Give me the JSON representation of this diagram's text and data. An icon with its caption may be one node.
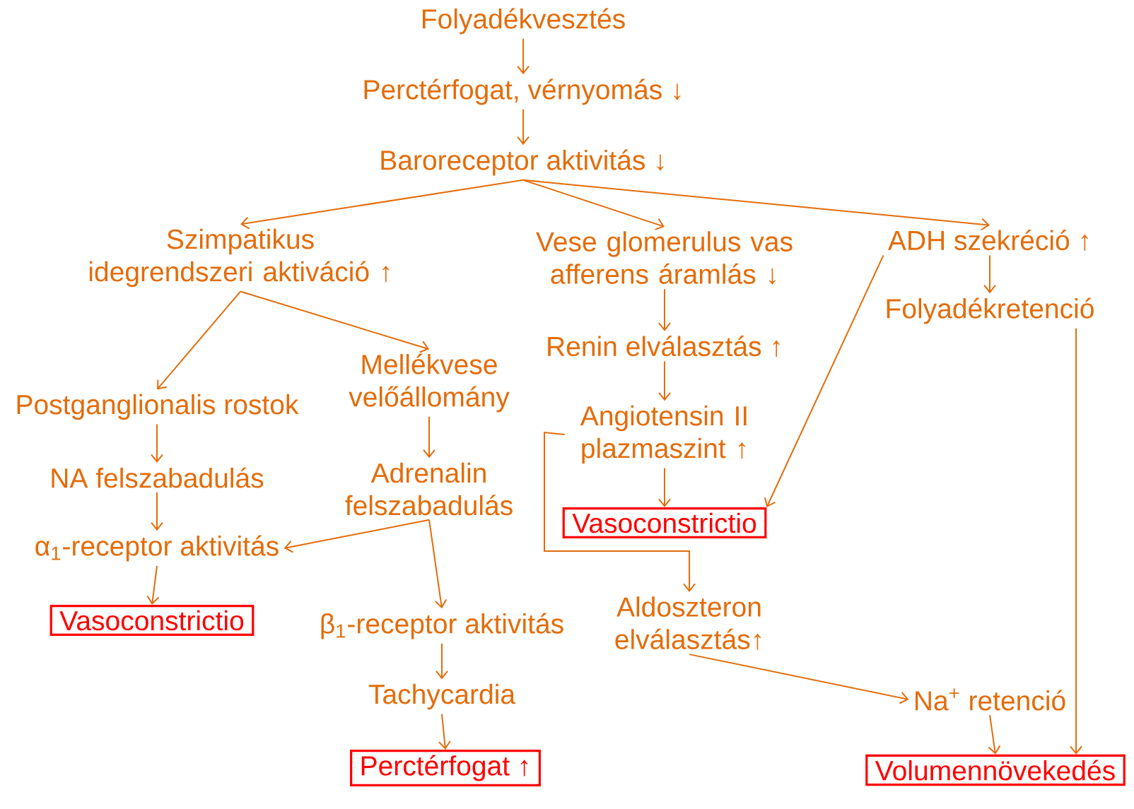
{
  "diagram": {
    "nodes": [
      {
        "text": [
          "Folyadékvesztés"
        ]
      },
      {
        "text": [
          "Perctérfogat, vérnyomás ↓"
        ]
      },
      {
        "text": [
          "Baroreceptor aktivitás ↓"
        ]
      },
      {
        "text": [
          "Szimpatikus idegrendszeri aktiváció ↑"
        ]
      },
      {
        "text": [
          "Vese glomerulus vas afferens áramlás ↓"
        ]
      },
      {
        "text": [
          "ADH szekréció ↑"
        ]
      },
      {
        "text": [
          "Folyadékretenció"
        ]
      },
      {
        "text": [
          "Renin elválasztás ↑"
        ]
      },
      {
        "text": [
          "Angiotensin II plazmaszint ↑"
        ]
      },
      {
        "text": [
          "Vasoconstrictio"
        ]
      },
      {
        "text": [
          "Postganglionalis rostok"
        ]
      },
      {
        "text": [
          "Mellékvese velőállomány"
        ]
      },
      {
        "text": [
          "NA felszabadulás"
        ]
      },
      {
        "text": [
          "Adrenalin felszabadulás"
        ]
      },
      {
        "text": [
          "α$_{1}$-receptor aktivitás"
        ]
      },
      {
        "text": [
          "Vasoconstrictio"
        ]
      },
      {
        "text": [
          "Aldoszteron elválasztás↑"
        ]
      },
      {
        "text": [
          "β$_{1}$-receptor aktivitás"
        ]
      },
      {
        "text": [
          "Tachycardia"
        ]
      },
      {
        "text": [
          "Perctérfogat ↑"
        ]
      },
      {
        "text": [
          "Na$^{+}$ retenció"
        ]
      },
      {
        "text": [
          "Volumennövekedés"
        ]
      }
    ],
    "edges": [
      {
        "from": 0,
        "to": 1,
        "arrow": "to"
      },
      {
        "from": 1,
        "to": 2,
        "arrow": "to"
      },
      {
        "from": 2,
        "to": 3,
        "arrow": "to"
      },
      {
        "from": 2,
        "to": 4,
        "arrow": "to"
      },
      {
        "from": 2,
        "to": 5,
        "arrow": "to"
      },
      {
        "from": 3,
        "to": 10,
        "arrow": "to"
      },
      {
        "from": 3,
        "to": 11,
        "arrow": "to"
      },
      {
        "from": 4,
        "to": 7,
        "arrow": "to"
      },
      {
        "from": 5,
        "to": 6,
        "arrow": "to"
      },
      {
        "from": 5,
        "to": 9,
        "arrow": "to"
      },
      {
        "from": 6,
        "to": 21,
        "arrow": "to"
      },
      {
        "from": 7,
        "to": 8,
        "arrow": "to"
      },
      {
        "from": 8,
        "to": 9,
        "arrow": "to"
      },
      {
        "from": 8,
        "to": 16,
        "arrow": "to"
      },
      {
        "from": 10,
        "to": 12,
        "arrow": "to"
      },
      {
        "from": 11,
        "to": 13,
        "arrow": "to"
      },
      {
        "from": 12,
        "to": 14,
        "arrow": "to"
      },
      {
        "from": 13,
        "to": 14,
        "arrow": "to"
      },
      {
        "from": 13,
        "to": 17,
        "arrow": "to"
      },
      {
        "from": 14,
        "to": 15,
        "arrow": "to"
      },
      {
        "from": 16,
        "to": 20,
        "arrow": "to"
      },
      {
        "from": 17,
        "to": 18,
        "arrow": "to"
      },
      {
        "from": 18,
        "to": 19,
        "arrow": "to"
      },
      {
        "from": 20,
        "to": 21,
        "arrow": "to"
      }
    ]
  }
}
